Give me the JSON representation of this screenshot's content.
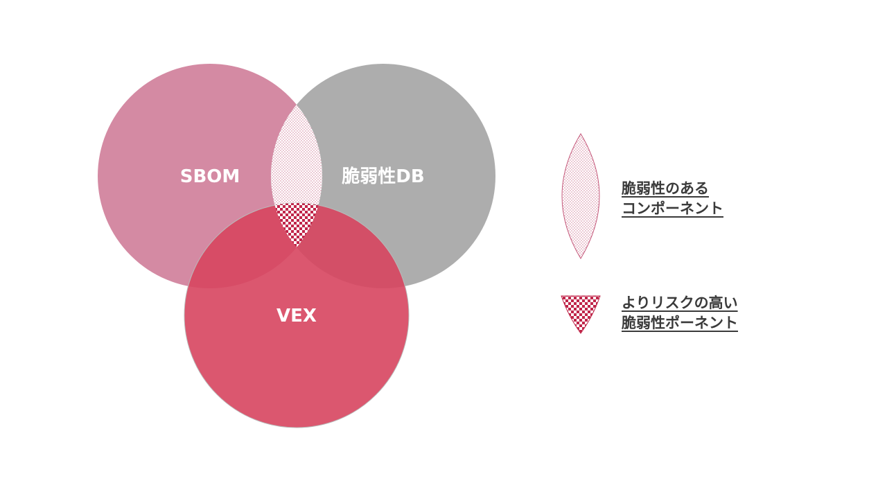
{
  "diagram": {
    "sets": [
      {
        "id": "sbom",
        "label": "SBOM",
        "color": "#d48aa3"
      },
      {
        "id": "vulndb",
        "label": "脆弱性DB",
        "color": "#adadad"
      },
      {
        "id": "vex",
        "label": "VEX",
        "color": "#d7455f"
      }
    ]
  },
  "legend": {
    "items": [
      {
        "id": "vulnerable",
        "lines": [
          "脆弱性のある",
          "コンポーネント"
        ],
        "pattern": "dots"
      },
      {
        "id": "high-risk",
        "lines": [
          "よりリスクの高い",
          "脆弱性ポーネント"
        ],
        "pattern": "checker"
      }
    ]
  },
  "colors": {
    "pattern_dot": "#c4587a",
    "pattern_checker": "#c0264a",
    "text": "#3a3a3a"
  }
}
